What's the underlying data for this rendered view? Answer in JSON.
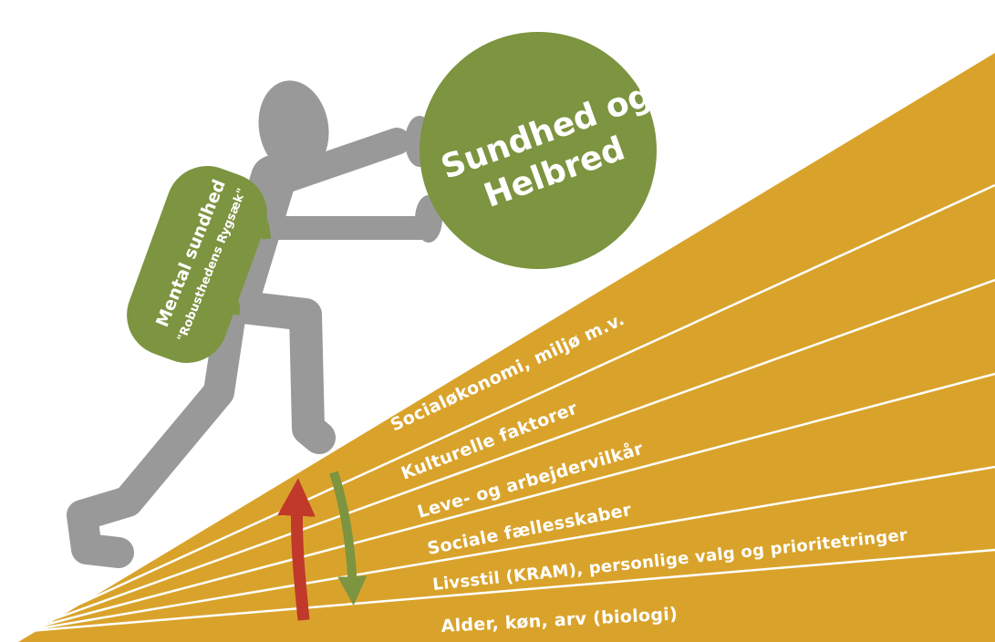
{
  "colors": {
    "slope": "#d9a32b",
    "green": "#7d9440",
    "figure": "#999999",
    "arrow_up": "#c0392b",
    "arrow_down": "#7d9440"
  },
  "ball": {
    "line1": "Sundhed og",
    "line2": "Helbred"
  },
  "backpack": {
    "line1": "Mental sundhed",
    "line2": "\"Robusthedens Rygsæk\""
  },
  "layers": [
    {
      "label": "Socialøkonomi, miljø m.v."
    },
    {
      "label": "Kulturelle faktorer"
    },
    {
      "label": "Leve- og arbejdervilkår"
    },
    {
      "label": "Sociale fællesskaber"
    },
    {
      "label": "Livsstil (KRAM), personlige valg og prioritetringer"
    },
    {
      "label": "Alder, køn, arv (biologi)"
    }
  ]
}
